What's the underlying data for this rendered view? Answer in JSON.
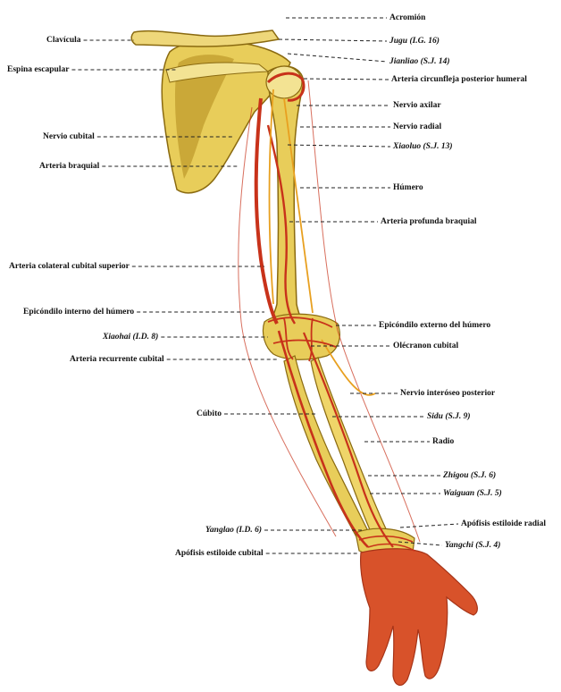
{
  "colors": {
    "bone": "#e8cd5a",
    "bone_dark": "#b08a1e",
    "bone_light": "#f3e393",
    "artery": "#c8321a",
    "nerve": "#e8a020",
    "skin": "#d8522a",
    "skin_dark": "#a63418",
    "leader": "#222222"
  },
  "labels_left": [
    {
      "id": "clavicula",
      "text": "Clavícula",
      "italic": false
    },
    {
      "id": "espina",
      "text": "Espina escapular",
      "italic": false
    },
    {
      "id": "nervio_cubital",
      "text": "Nervio cubital",
      "italic": false
    },
    {
      "id": "arteria_braquial",
      "text": "Arteria braquial",
      "italic": false
    },
    {
      "id": "colateral",
      "text": "Arteria colateral cubital superior",
      "italic": false
    },
    {
      "id": "epicondilo_int",
      "text": "Epicóndilo interno del húmero",
      "italic": false
    },
    {
      "id": "xiaohai_id",
      "text": "Xiaohai (I.D. 8)",
      "italic": true
    },
    {
      "id": "recurrente",
      "text": "Arteria recurrente cubital",
      "italic": false
    },
    {
      "id": "cubito",
      "text": "Cúbito",
      "italic": false
    },
    {
      "id": "yanglao",
      "text": "Yanglao (I.D. 6)",
      "italic": true
    },
    {
      "id": "apofisis_cub",
      "text": "Apófisis estiloide cubital",
      "italic": false
    }
  ],
  "labels_right": [
    {
      "id": "acromion",
      "text": "Acromión",
      "italic": false
    },
    {
      "id": "jugu",
      "text": "Jugu (I.G. 16)",
      "italic": true
    },
    {
      "id": "jianliao",
      "text": "Jianliao (S.J. 14)",
      "italic": true
    },
    {
      "id": "circunfleja",
      "text": "Arteria circunfleja posterior humeral",
      "italic": false
    },
    {
      "id": "axilar",
      "text": "Nervio axilar",
      "italic": false
    },
    {
      "id": "radial",
      "text": "Nervio radial",
      "italic": false
    },
    {
      "id": "xiaoluo",
      "text": "Xiaoluo (S.J. 13)",
      "italic": true
    },
    {
      "id": "humero",
      "text": "Húmero",
      "italic": false
    },
    {
      "id": "profunda",
      "text": "Arteria profunda braquial",
      "italic": false
    },
    {
      "id": "epicondilo_ext",
      "text": "Epicóndilo externo del húmero",
      "italic": false
    },
    {
      "id": "olecranon",
      "text": "Olécranon cubital",
      "italic": false
    },
    {
      "id": "interoseo",
      "text": "Nervio interóseo posterior",
      "italic": false
    },
    {
      "id": "sidu",
      "text": "Sidu (S.J. 9)",
      "italic": true
    },
    {
      "id": "radio",
      "text": "Radio",
      "italic": false
    },
    {
      "id": "zhigou",
      "text": "Zhigou (S.J. 6)",
      "italic": true
    },
    {
      "id": "waiguan",
      "text": "Waiguan (S.J. 5)",
      "italic": true
    },
    {
      "id": "apofisis_rad",
      "text": "Apófisis estiloide radial",
      "italic": false
    },
    {
      "id": "yangchi",
      "text": "Yangchi (S.J. 4)",
      "italic": true
    }
  ]
}
